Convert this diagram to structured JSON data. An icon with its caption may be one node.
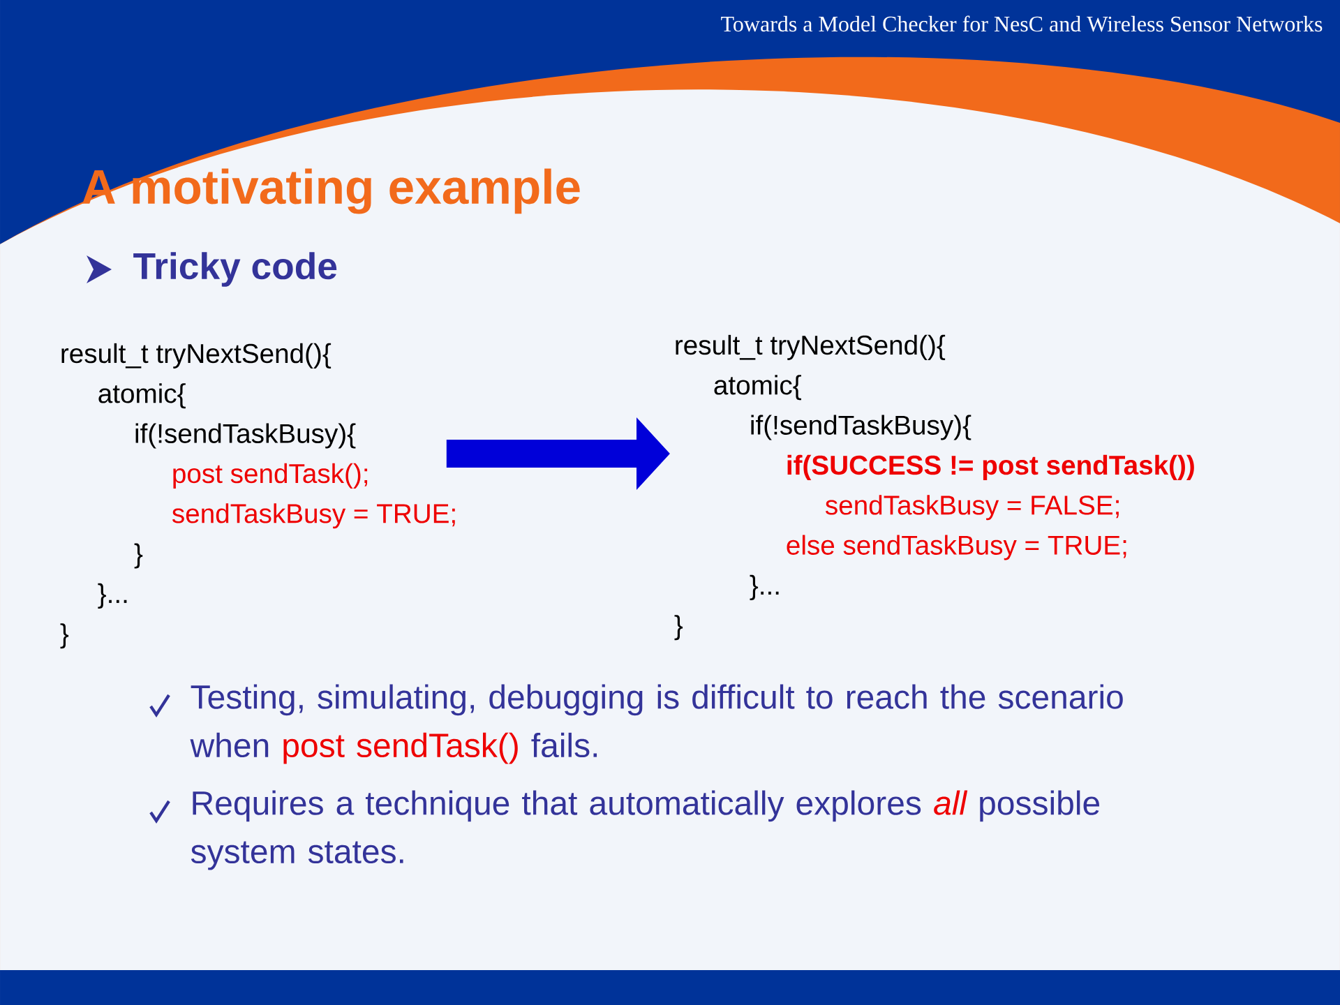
{
  "diagram": {
    "title": "A motivating example",
    "nodes": [
      {
        "text": [
          "result_t tryNextSend(){",
          "atomic{",
          "if(!sendTaskBusy){",
          "post sendTask();",
          "sendTaskBusy = TRUE;",
          "}",
          "}...",
          "}"
        ]
      },
      {
        "text": [
          "result_t tryNextSend(){",
          "atomic{",
          "if(!sendTaskBusy){",
          "if(SUCCESS != post sendTask())",
          "sendTaskBusy = FALSE;",
          "else sendTaskBusy = TRUE;",
          "}...",
          "}"
        ]
      }
    ],
    "edges": [
      {
        "from": 0,
        "to": 1,
        "arrow": "to"
      }
    ],
    "labels": [
      "Towards a Model Checker for NesC and Wireless Sensor Networks",
      "Tricky code",
      "Testing, simulating, debugging is difficult to reach the scenario when",
      "post sendTask()",
      "fails.",
      "Requires a technique that automatically explores",
      "all",
      "possible system states."
    ]
  }
}
